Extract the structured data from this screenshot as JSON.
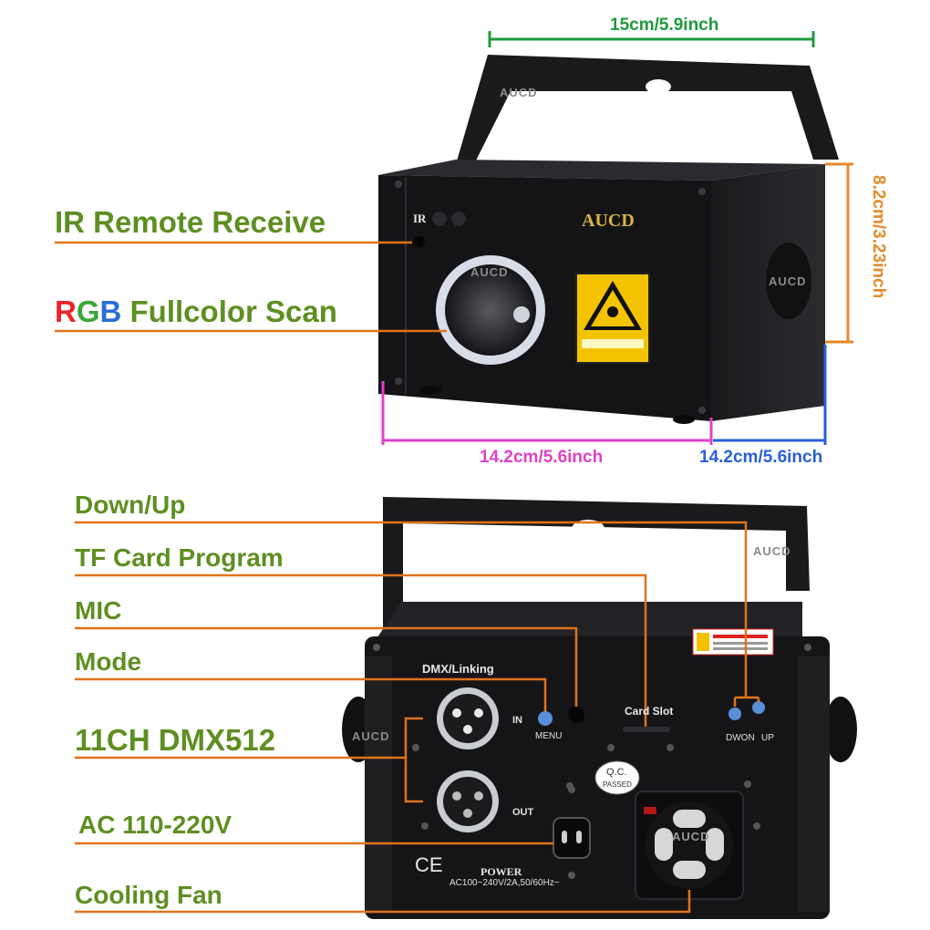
{
  "top_dimensions": {
    "width_top": "15cm/5.9inch",
    "height_right": "8.2cm/3.23inch",
    "width_front": "14.2cm/5.6inch",
    "depth_side": "14.2cm/5.6inch"
  },
  "front_labels": {
    "ir_remote": "IR Remote Receive",
    "rgb_r": "R",
    "rgb_g": "G",
    "rgb_b": "B",
    "rgb_rest": " Fullcolor Scan"
  },
  "rear_labels": {
    "down_up": "Down/Up",
    "tf_card": "TF Card Program",
    "mic": "MIC",
    "mode": "Mode",
    "dmx": "11CH DMX512",
    "ac": "AC 110-220V",
    "fan": "Cooling Fan"
  },
  "device_text": {
    "brand_watermark": "AUCD",
    "brand_logo": "AUCD",
    "ir_mark": "IR",
    "dmx_linking": "DMX/Linking",
    "in": "IN",
    "out": "OUT",
    "menu": "MENU",
    "card_slot": "Card Slot",
    "dwon": "DWON",
    "up": "UP",
    "qc": "Q.C.",
    "passed": "PASSED",
    "power": "POWER",
    "power_spec": "AC100~240V/2A,50/60Hz~",
    "ce": "CE"
  },
  "colors": {
    "label_green": "#5e8f22",
    "leader_orange": "#e0731a",
    "dim_green": "#1f9a3c",
    "dim_orange": "#e58a2a",
    "dim_magenta": "#e040c8",
    "dim_blue": "#2a5fd8",
    "body_black": "#17171a"
  }
}
